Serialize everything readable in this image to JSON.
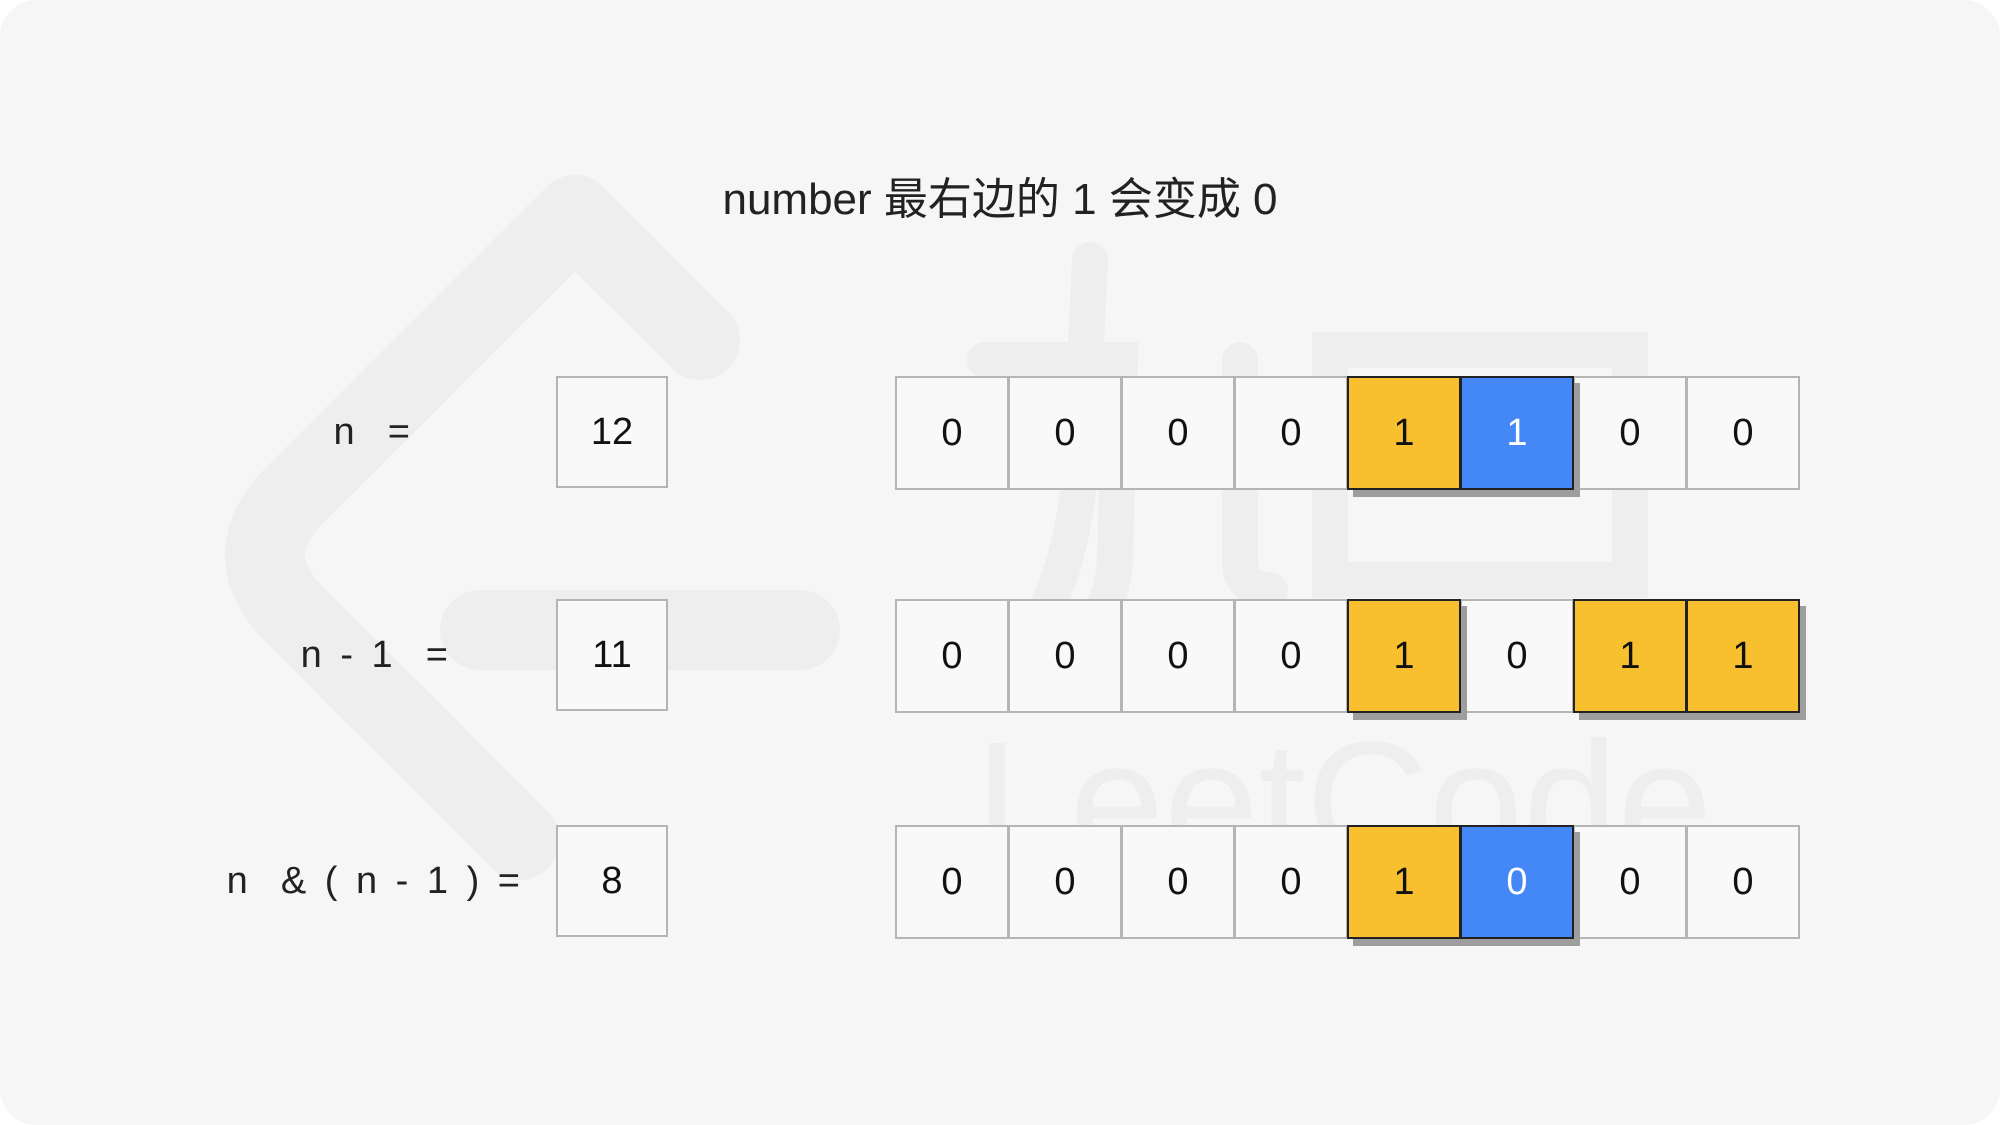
{
  "title": "number 最右边的 1 会变成 0",
  "rows": [
    {
      "label": "n  =",
      "value": "12",
      "bits": [
        {
          "v": "0",
          "h": "none"
        },
        {
          "v": "0",
          "h": "none"
        },
        {
          "v": "0",
          "h": "none"
        },
        {
          "v": "0",
          "h": "none"
        },
        {
          "v": "1",
          "h": "yellow"
        },
        {
          "v": "1",
          "h": "blue"
        },
        {
          "v": "0",
          "h": "none"
        },
        {
          "v": "0",
          "h": "none"
        }
      ]
    },
    {
      "label": "n - 1  =",
      "value": "11",
      "bits": [
        {
          "v": "0",
          "h": "none"
        },
        {
          "v": "0",
          "h": "none"
        },
        {
          "v": "0",
          "h": "none"
        },
        {
          "v": "0",
          "h": "none"
        },
        {
          "v": "1",
          "h": "yellow"
        },
        {
          "v": "0",
          "h": "none"
        },
        {
          "v": "1",
          "h": "yellow"
        },
        {
          "v": "1",
          "h": "yellow"
        }
      ]
    },
    {
      "label": "n  & ( n - 1 ) =",
      "value": "8",
      "bits": [
        {
          "v": "0",
          "h": "none"
        },
        {
          "v": "0",
          "h": "none"
        },
        {
          "v": "0",
          "h": "none"
        },
        {
          "v": "0",
          "h": "none"
        },
        {
          "v": "1",
          "h": "yellow"
        },
        {
          "v": "0",
          "h": "blue"
        },
        {
          "v": "0",
          "h": "none"
        },
        {
          "v": "0",
          "h": "none"
        }
      ]
    }
  ],
  "colors": {
    "highlight_yellow": "#f8c02e",
    "highlight_blue": "#4488f7",
    "cell_border": "#b5b5b5",
    "background": "#f6f6f6"
  },
  "watermark": {
    "icon": "leetcode-logo-icon",
    "text": "LeetCode"
  }
}
